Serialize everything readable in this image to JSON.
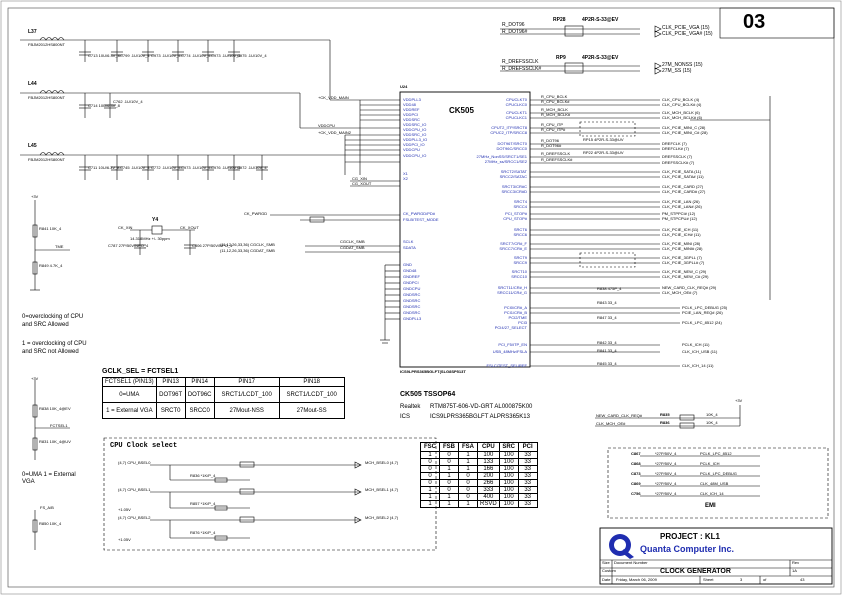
{
  "sheet": {
    "page_number": "03",
    "project": "PROJECT : KL1",
    "company": "Quanta Computer Inc.",
    "title": "CLOCK GENERATOR",
    "size_label": "Size",
    "size_value": "Custom",
    "docnum_label": "Document Number",
    "rev_label": "Rev",
    "rev_value": "1A",
    "date_label": "Date",
    "date_value": "Friday, March 06, 2009",
    "sheet_label": "Sheet",
    "sheet_value": "3",
    "of_label": "of",
    "of_value": "43"
  },
  "chip": {
    "ref": "U24",
    "name": "CK505",
    "bottom_label": "ICS9LPRS365BGLFT(SLG8SP513T",
    "left_pins": [
      "VDDPLL3",
      "VDD48",
      "VDDREF",
      "VDDPCI",
      "VDDSRC",
      "VDDSRC_IO",
      "VDDCPU_IO",
      "VDDSRC_IO",
      "VDDPLL3_IO",
      "VDDPCI_IO",
      "VDDCPU",
      "VDDCPU_IO",
      "X1",
      "X2",
      "CK_PWRGD/PD#",
      "FSLB/TEST_MODE",
      "SCLK",
      "SDATA",
      "GND",
      "GND48",
      "GNDREF",
      "GNDPCI",
      "GNDCPU",
      "GNDSRC",
      "GNDSRC",
      "GNDSRC",
      "GNDSRC",
      "GNDPLL3"
    ],
    "right_pins": [
      "CPUCLKT0",
      "CPUCLKC0",
      "CPUCLKT1",
      "CPUCLKC1",
      "CPUT2_ITP/SRCT8",
      "CPUC2_ITP/SRCC8",
      "DOT96T/SRCT0",
      "DOT96C/SRCC0",
      "27MHz_NonSS/SRCT1/SE1",
      "27MHz_ss/SRCC1/SE2",
      "SRCT2/SATAT",
      "SRCC2/SATAC",
      "SRCT3/CR#C",
      "SRCC3/CR#D",
      "SRCT4",
      "SRCC4",
      "PCI_STOP#",
      "CPU_STOP#",
      "SRCT6",
      "SRCC6",
      "SRCT7/CR#_F",
      "SRCC7/CR#_E",
      "SRCT9",
      "SRCC9",
      "SRCT10",
      "SRCC10",
      "SRCT11/CR#_H",
      "SRCC11/CR#_G",
      "PCI0/CR#_A",
      "PCI1/CR#_B",
      "PCI2/TME",
      "PCI3",
      "PCI4/27_SELECT",
      "PCI_F5/ITP_EN",
      "USB_48MHz/FSLA",
      "FSLC/TEST_SEL/REF"
    ]
  },
  "left_section": {
    "inductors": [
      "L37",
      "L44",
      "L45"
    ],
    "inductor_value": "FBJM2012HS800NT",
    "cap_rows": [
      [
        "C713 10U/6.3V_8",
        "C799 .1U/10V_4",
        "C973 .1U/10V_4",
        "C774 .1U/10V_4",
        "C973 .1U/10V_4",
        "C975 .1U/10V_4"
      ],
      [
        "C714 10U/6.3V_8",
        "C762 .1U/10V_4"
      ],
      [
        "C711 10U/6.3V_8",
        "C745 .1U/10V_4",
        "C772 .1U/10V_4",
        "C973 .1U/10V_4",
        "C976 .1U/10V_4",
        "C972 .1U/10V_4"
      ]
    ],
    "rails": [
      "+CK_VDD_MAIN",
      "VDDCPU",
      "+CK_VDD_MAIN2"
    ],
    "crystal": {
      "ref": "Y4",
      "value": "14.318MHz +/- 30ppm",
      "xin": "CK_XIN",
      "xout": "CK_XOUT",
      "c1": "C787 27P/50V/NPO_4",
      "c2": "C806 27P/50V/NPO_4"
    },
    "cg_nets": [
      "CG_XIN",
      "CG_XOUT",
      "CK_PWRGD",
      "CGCLK_SMB",
      "CGDAT_SMB"
    ],
    "smb_nets": [
      "(11,12,26,33,36) CGCLK_SMB",
      "(11,12,26,33,36) CGDAT_SMB"
    ],
    "strap": {
      "r1": "R841 10K_4",
      "r2": "R849 4.7K_4",
      "tme": "TME",
      "v33": "+3V"
    }
  },
  "notes": {
    "overclock_0": "0=overclocking of CPU and SRC Allowed",
    "overclock_1": "1 = overclocking of CPU and SRC not Allowed",
    "uma_note": "0=UMA 1 = External VGA",
    "uma_r1": "R838 10K_4@EV",
    "uma_r2": "R831 10K_4@UV",
    "fs_r": "R850 10K_4",
    "fs_label": "FS_A/B",
    "fsel": "FCTSEL1",
    "v33_2": "+3V"
  },
  "gclk_table": {
    "caption": "GCLK_SEL = FCTSEL1",
    "headers": [
      "FCTSEL1 (PIN13)",
      "PIN13",
      "PIN14",
      "PIN17",
      "PIN18"
    ],
    "rows": [
      [
        "0=UMA",
        "DOT96T",
        "DOT96C",
        "SRCT1/LCDT_100",
        "SRCT1/LCDT_100"
      ],
      [
        "1 = External VGA",
        "SRCT0",
        "SRCC0",
        "27Mout-NSS",
        "27Mout-SS"
      ]
    ]
  },
  "cpu_select": {
    "title": "CPU Clock select",
    "nets_left": [
      "(4,7) CPU_BSEL0",
      "(4,7) CPU_BSEL1",
      "(4,7) CPU_BSEL2"
    ],
    "nets_right": [
      "MCH_BSEL0 (4,7)",
      "MCH_BSEL1 (4,7)",
      "MCH_BSEL2 (4,7)"
    ],
    "resistors": [
      "R836 *1K/P_4",
      "R857 *1K/P_4",
      "R876 *1K/P_4",
      "R840 *1K/P_4",
      "R846 *1K/P_4"
    ],
    "v105": "+1.05V"
  },
  "fsc_table": {
    "headers": [
      "FSC",
      "FSB",
      "FSA",
      "CPU",
      "SRC",
      "PCI"
    ],
    "rows": [
      [
        "1",
        "0",
        "1",
        "100",
        "100",
        "33"
      ],
      [
        "0",
        "0",
        "1",
        "133",
        "100",
        "33"
      ],
      [
        "0",
        "1",
        "1",
        "166",
        "100",
        "33"
      ],
      [
        "0",
        "1",
        "0",
        "200",
        "100",
        "33"
      ],
      [
        "0",
        "0",
        "0",
        "266",
        "100",
        "33"
      ],
      [
        "1",
        "0",
        "0",
        "333",
        "100",
        "33"
      ],
      [
        "1",
        "1",
        "0",
        "400",
        "100",
        "33"
      ],
      [
        "1",
        "1",
        "1",
        "RSVD",
        "100",
        "33"
      ]
    ]
  },
  "part_list": {
    "title": "CK505   TSSOP64",
    "realtek_label": "Realtek",
    "realtek_value": "RTM875T-606-VD-GRT AL000875K00",
    "ics_label": "ICS",
    "ics_value": "ICS9LPRS365BGLFT    ALPRS365K13"
  },
  "top_right": {
    "rp1": {
      "ref": "RP28",
      "value": "4P2R-S-33@EV",
      "in": [
        "R_DOT96",
        "R_DOT96#"
      ],
      "out": [
        "CLK_PCIE_VGA (15)",
        "CLK_PCIE_VGA# (15)"
      ]
    },
    "rp2": {
      "ref": "RP9",
      "value": "4P2R-S-33@EV",
      "in": [
        "R_DREFSSCLK",
        "R_DREFSSCLK#"
      ],
      "out": [
        "27M_NONSS (15)",
        "27M_SS (15)"
      ]
    }
  },
  "right_nets": [
    "CLK_CPU_BCLK (4)",
    "CLK_CPU_BCLK# (4)",
    "CLK_MCH_BCLK (6)",
    "CLK_MCH_BCLK# (6)",
    "CLK_PCIE_MINI_C (28)",
    "CLK_PCIE_MINI_C# (28)",
    "DREFCLK (7)",
    "DREFCLK# (7)",
    "DREFSSCLK (7)",
    "DREFSSCLK# (7)",
    "CLK_PCIE_SATA (11)",
    "CLK_PCIE_SATA# (11)",
    "CLK_PCIE_CARD (27)",
    "CLK_PCIE_CARD# (27)",
    "CLK_PCIE_LAN (26)",
    "CLK_PCIE_LAN# (26)",
    "PM_STPPCI# (12)",
    "PM_STPCPU# (12)",
    "CLK_PCIE_ICH (11)",
    "CLK_PCIE_ICH# (11)",
    "CLK_PCIE_MINI (28)",
    "CLK_PCIE_MINI# (28)",
    "CLK_PCIE_3GPLL (7)",
    "CLK_PCIE_3GPLL# (7)",
    "CLK_PCIE_NEW_C (29)",
    "CLK_PCIE_NEW_C# (29)",
    "NEW_CARD_CLK_REQ# (29)",
    "CLK_MCH_OE# (7)",
    "PCLK_LPC_DEBUG (25)",
    "PCIE_LAN_REQ# (26)",
    "PCLK_LPC_8512 (24)",
    "PCLK_ICH (11)",
    "CLK_ICH_USB (11)",
    "CLK_ICH_14 (11)"
  ],
  "right_resistors": [
    "R_CPU_BCLK",
    "R_CPU_BCLK#",
    "R_MCH_BCLK",
    "R_MCH_BCLK#",
    "R_CPU_ITP",
    "R_CPU_ITP#",
    "R_DOT96",
    "R_DOT96#",
    "R_DREFSSCLK",
    "R_DREFSSCLK#",
    "RP15 4P2R-S-33@UV",
    "RP22 4P2R-S-33@UV",
    "R838 475P_4",
    "R843 33_4",
    "R847 33_4",
    "R842 33_4",
    "R841 33_4",
    "R845 33_4"
  ],
  "bottom_right": {
    "r1": {
      "ref": "R835",
      "value": "10K_4",
      "net": "NEW_CARD_CLK_REQ#"
    },
    "r2": {
      "ref": "R836",
      "value": "10K_4",
      "net": "CLK_MCH_OE#"
    },
    "v33": "+3V",
    "emi_label": "EMI",
    "emi_caps": [
      [
        "C867",
        "*27P/50V_4",
        "PCLK_LPC_8512"
      ],
      [
        "C868",
        "*27P/50V_4",
        "PCLK_ICH"
      ],
      [
        "C873",
        "*27P/50V_4",
        "PCLK_LPC_DEBUG"
      ],
      [
        "C869",
        "*27P/50V_4",
        "CLK_48M_USB"
      ],
      [
        "C756",
        "*27P/50V_4",
        "CLK_ICH_14"
      ]
    ]
  }
}
